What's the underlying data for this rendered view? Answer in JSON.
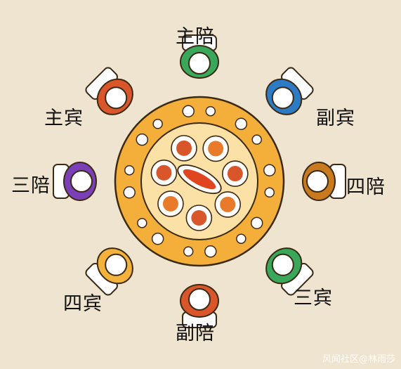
{
  "seats": {
    "host": {
      "label": "主陪",
      "color": "#3aa85a"
    },
    "second_guest": {
      "label": "副宾",
      "color": "#2c7bc4"
    },
    "fourth_host": {
      "label": "四陪",
      "color": "#c97a1e"
    },
    "third_guest": {
      "label": "三宾",
      "color": "#3aa85a"
    },
    "second_host": {
      "label": "副陪",
      "color": "#d9562a"
    },
    "fourth_guest": {
      "label": "四宾",
      "color": "#f2b23c"
    },
    "third_host": {
      "label": "三陪",
      "color": "#7b3fb8"
    },
    "main_guest": {
      "label": "主宾",
      "color": "#d9562a"
    }
  },
  "colors": {
    "table_ring": "#f4ae3a",
    "table_inner": "#fbe1a6",
    "background": "#efe4cf",
    "plate": "#ffffff"
  },
  "watermark": "风闻社区@林雨莎"
}
